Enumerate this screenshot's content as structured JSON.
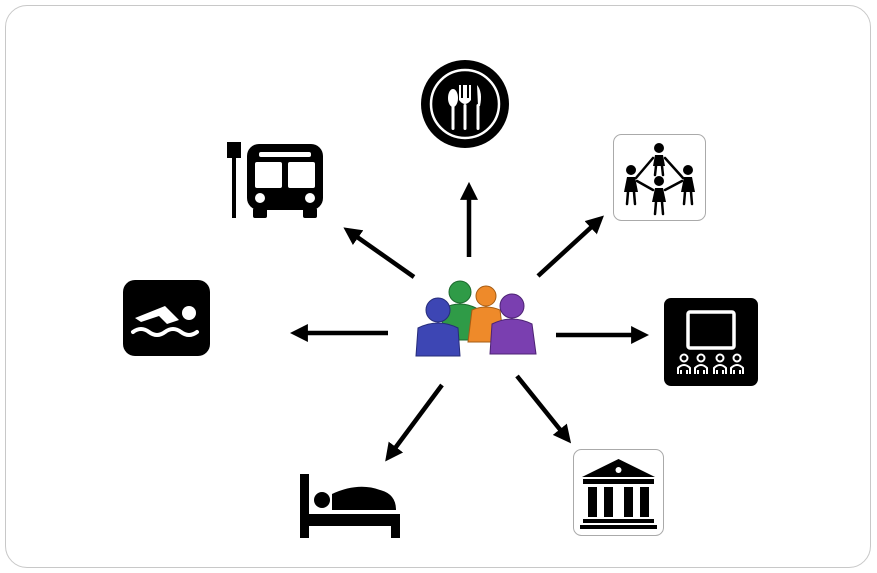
{
  "diagram": {
    "type": "hub-and-spoke",
    "colors": {
      "line": "#000000",
      "icon_fill": "#000000",
      "person_blue": "#3d46b4",
      "person_green": "#2f9b47",
      "person_orange": "#ee8a2a",
      "person_purple": "#7a3fb0"
    },
    "hub": {
      "icon": "group-of-people-icon"
    },
    "spokes": [
      {
        "id": "dining",
        "icon": "fork-knife-spoon-icon"
      },
      {
        "id": "playground",
        "icon": "children-playing-icon"
      },
      {
        "id": "theater",
        "icon": "audience-screen-icon"
      },
      {
        "id": "museum",
        "icon": "museum-building-icon"
      },
      {
        "id": "lodging",
        "icon": "bed-icon"
      },
      {
        "id": "swimming",
        "icon": "swimmer-icon"
      },
      {
        "id": "bus",
        "icon": "bus-stop-icon"
      }
    ]
  }
}
